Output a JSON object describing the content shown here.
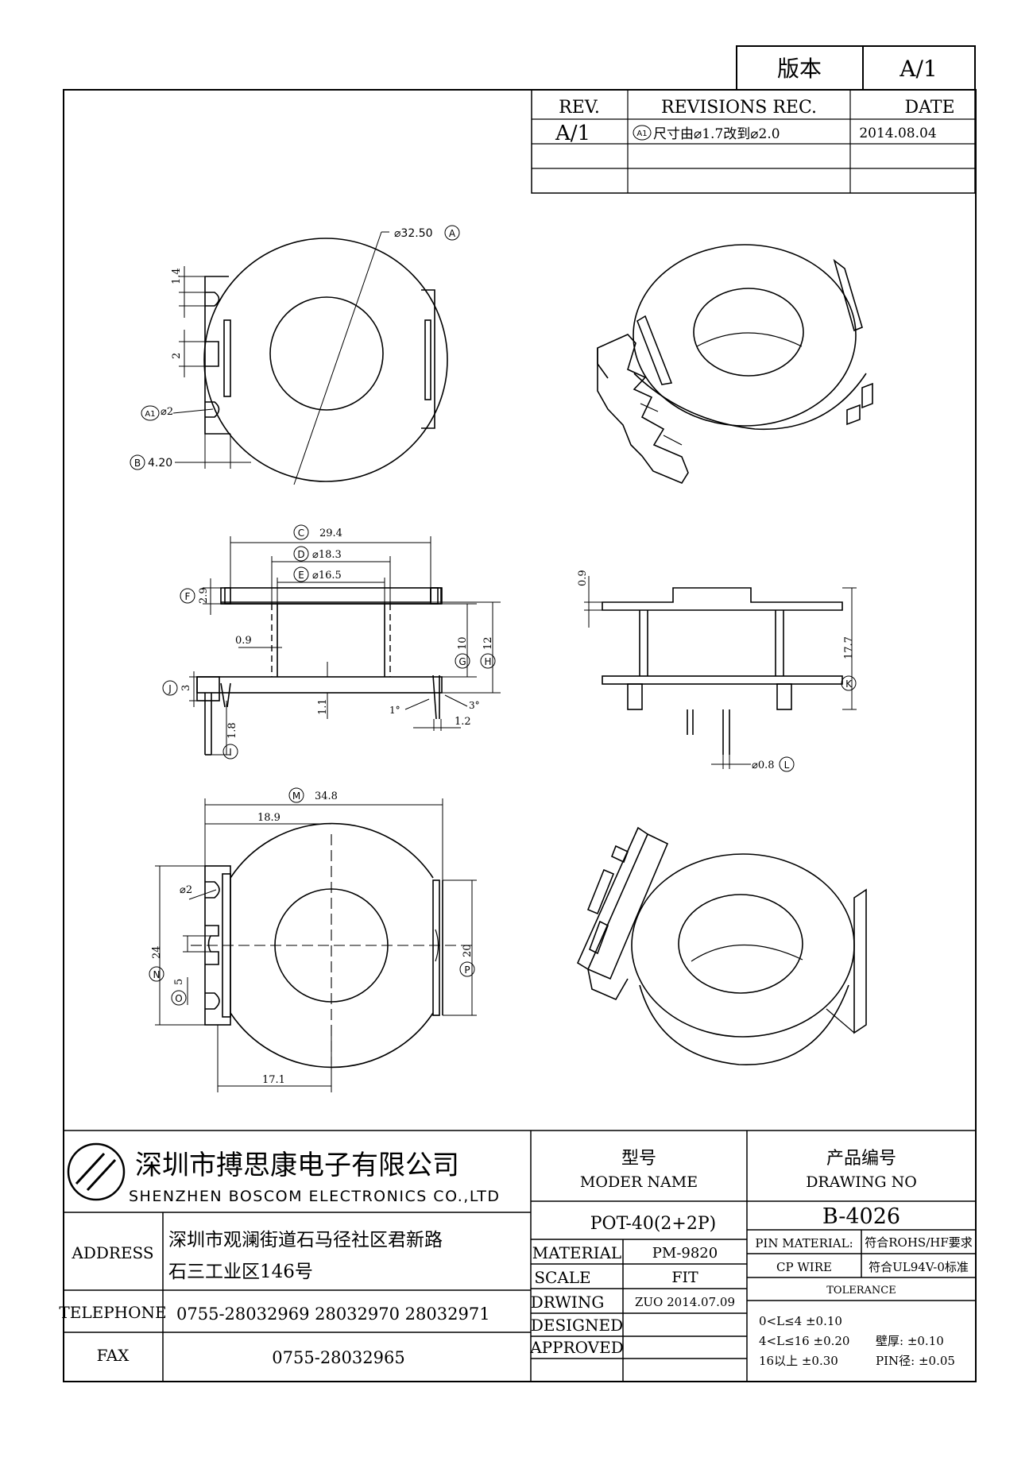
{
  "version_box": {
    "label": "版本",
    "value": "A/1"
  },
  "revisions": {
    "headers": [
      "REV.",
      "REVISIONS REC.",
      "DATE"
    ],
    "rows": [
      {
        "rev": "A/1",
        "marker": "A1",
        "text": "尺寸由⌀1.7改到⌀2.0",
        "date": "2014.08.04"
      }
    ]
  },
  "top_view": {
    "diameter": "⌀32.50",
    "diameter_tag": "A",
    "dim_14": "1.4",
    "dim_2": "2",
    "hole": "⌀2",
    "hole_tag": "A1",
    "width": "4.20",
    "width_tag": "B"
  },
  "front_view": {
    "c": {
      "tag": "C",
      "value": "29.4"
    },
    "d": {
      "tag": "D",
      "value": "⌀18.3"
    },
    "e": {
      "tag": "E",
      "value": "⌀16.5"
    },
    "f": {
      "tag": "F",
      "value": "2.9"
    },
    "wall": "0.9",
    "g": {
      "tag": "G",
      "value": "10"
    },
    "h": {
      "tag": "H",
      "value": "12"
    },
    "j": {
      "tag": "J",
      "value": "3"
    },
    "base": "1.1",
    "angle1": "1°",
    "angle2": "3°",
    "pin_gap": "1.2",
    "i": {
      "tag": "I",
      "value": "1.8"
    }
  },
  "side_view": {
    "top": "0.9",
    "k": {
      "tag": "K",
      "value": "17.7"
    },
    "pin": "⌀0.8",
    "pin_tag": "L"
  },
  "bottom_view": {
    "m": {
      "tag": "M",
      "value": "34.8"
    },
    "w189": "18.9",
    "hole": "⌀2",
    "n": {
      "tag": "N",
      "value": "24"
    },
    "o": {
      "tag": "O",
      "value": "5"
    },
    "p": {
      "tag": "P",
      "value": "20"
    },
    "w171": "17.1"
  },
  "title_block": {
    "company_cn": "深圳市搏思康电子有限公司",
    "company_en": "SHENZHEN BOSCOM ELECTRONICS CO.,LTD",
    "model_cn": "型号",
    "model_en": "MODER NAME",
    "drawing_cn": "产品编号",
    "drawing_en": "DRAWING NO",
    "model_value": "POT-40(2+2P)",
    "drawing_value": "B-4026",
    "address_label": "ADDRESS",
    "address_line1": "深圳市观澜街道石马径社区君新路",
    "address_line2": "石三工业区146号",
    "telephone_label": "TELEPHONE",
    "telephone": "0755-28032969 28032970 28032971",
    "fax_label": "FAX",
    "fax": "0755-28032965",
    "material_label": "MATERIAL",
    "material": "PM-9820",
    "scale_label": "SCALE",
    "scale": "FIT",
    "drawing_label": "DRWING",
    "drawing_by": "ZUO 2014.07.09",
    "designed_label": "DESIGNED",
    "approved_label": "APPROVED",
    "pin_material_label": "PIN MATERIAL:",
    "pin_material_value": "CP WIRE",
    "rohs": "符合ROHS/HF要求",
    "ul": "符合UL94V-0标准",
    "tolerance_label": "TOLERANCE",
    "tol1": "0<L≤4  ±0.10",
    "tol2": "4<L≤16  ±0.20",
    "tol3": "16以上    ±0.30",
    "wall_tol": "壁厚:  ±0.10",
    "pin_tol": "PIN径: ±0.05"
  }
}
